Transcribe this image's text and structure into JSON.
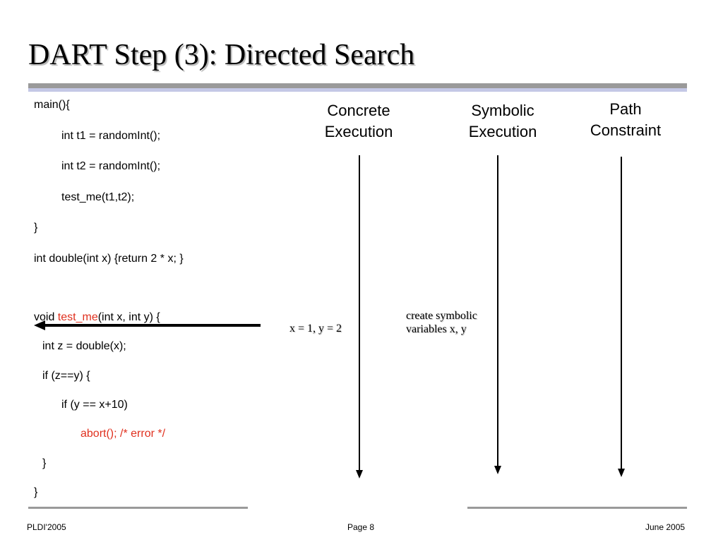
{
  "slide": {
    "title": "DART Step (3): Directed Search"
  },
  "code": {
    "main_open": "main(){",
    "t1": "int t1 = randomInt();",
    "t2": "int t2 = randomInt();",
    "call": "test_me(t1,t2);",
    "main_close": "}",
    "double_fn": "int double(int x) {return 2 * x; }",
    "test_me_prefix": "void ",
    "test_me_name": "test_me",
    "test_me_suffix": "(int x, int y) {",
    "z_line": "int z = double(x);",
    "if_zy": "if (z==y) {",
    "if_y": "if (y == x+10)",
    "abort": "abort(); /* error */",
    "inner_close": "}",
    "outer_close": "}"
  },
  "columns": {
    "concrete_line1": "Concrete",
    "concrete_line2": "Execution",
    "symbolic_line1": "Symbolic",
    "symbolic_line2": "Execution",
    "path_line1": "Path",
    "path_line2": "Constraint"
  },
  "annotations": {
    "concrete_values": "x = 1, y = 2",
    "symbolic_line1": "create symbolic",
    "symbolic_line2": "variables x, y"
  },
  "footer": {
    "left": "PLDI'2005",
    "center": "Page 8",
    "right": "June 2005"
  },
  "colors": {
    "highlight_red": "#e0301e",
    "rule_gray": "#9a9a9a",
    "rule_lavender": "#c4c8e6"
  }
}
